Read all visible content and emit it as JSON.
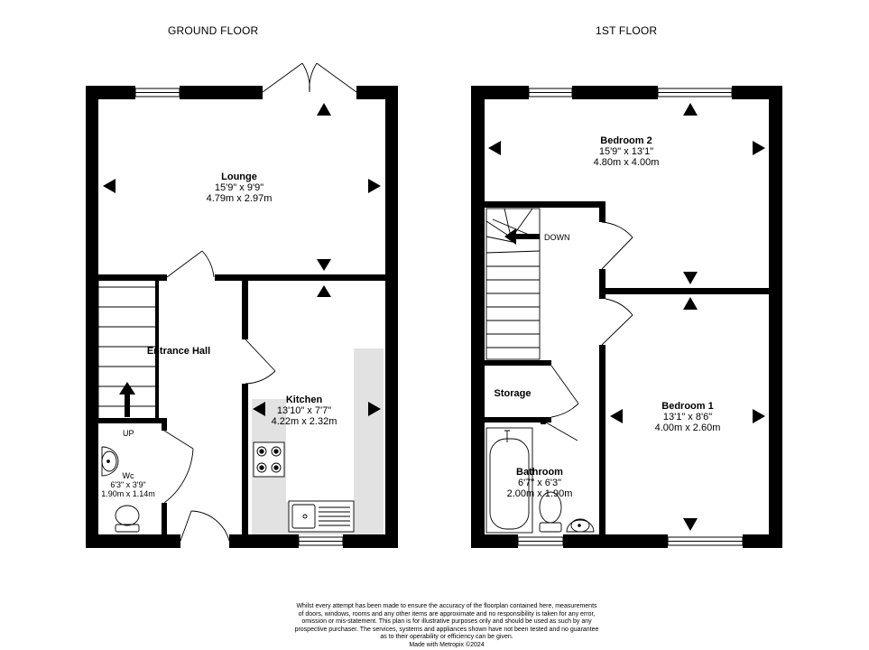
{
  "ground_floor": {
    "title": "GROUND FLOOR",
    "rooms": {
      "lounge": {
        "name": "Lounge",
        "imperial": "15'9\"  x 9'9\"",
        "metric": "4.79m  x 2.97m"
      },
      "entrance_hall": {
        "name": "Entrance Hall"
      },
      "kitchen": {
        "name": "Kitchen",
        "imperial": "13'10\"  x 7'7\"",
        "metric": "4.22m  x 2.32m"
      },
      "wc": {
        "name": "Wc",
        "imperial": "6'3\"  x 3'9\"",
        "metric": "1.90m  x 1.14m"
      }
    },
    "stairs_label": "UP"
  },
  "first_floor": {
    "title": "1ST FLOOR",
    "rooms": {
      "bedroom2": {
        "name": "Bedroom 2",
        "imperial": "15'9\"  x 13'1\"",
        "metric": "4.80m  x 4.00m"
      },
      "bedroom1": {
        "name": "Bedroom 1",
        "imperial": "13'1\"  x 8'6\"",
        "metric": "4.00m  x 2.60m"
      },
      "storage": {
        "name": "Storage"
      },
      "bathroom": {
        "name": "Bathroom",
        "imperial": "6'7\"  x 6'3\"",
        "metric": "2.00m  x 1.90m"
      }
    },
    "stairs_label": "DOWN"
  },
  "disclaimer": {
    "lines": [
      "Whilst every attempt has been made to ensure the accuracy of the floorplan contained here, measurements",
      "of doors, windows, rooms and any other items are approximate and no responsibility is taken for any error,",
      "omission or mis-statement. This plan is for illustrative purposes only and should be used as such by any",
      "prospective purchaser. The services, systems and appliances shown have not been tested and no guarantee",
      "as to their operability or efficiency can be given.",
      "Made with Metropix ©2024"
    ]
  }
}
